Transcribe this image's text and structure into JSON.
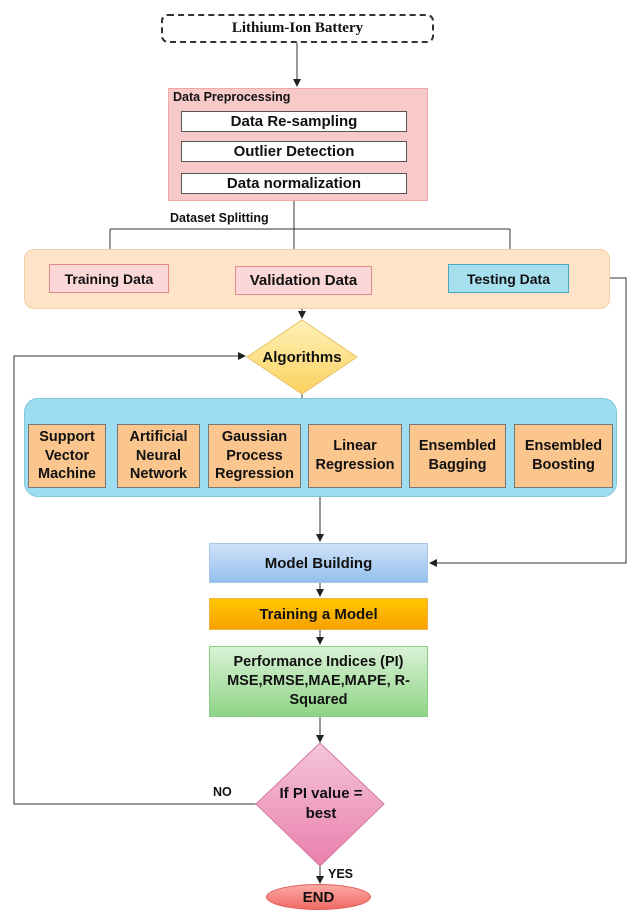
{
  "diagram": {
    "source": "Lithium-Ion Battery",
    "preprocessing": {
      "title": "Data Preprocessing",
      "steps": [
        "Data Re-sampling",
        "Outlier Detection",
        "Data normalization"
      ]
    },
    "splitting": {
      "label": "Dataset Splitting",
      "sets": [
        "Training Data",
        "Validation Data",
        "Testing Data"
      ]
    },
    "algorithms": {
      "label": "Algorithms",
      "items": [
        {
          "line1": "Support",
          "line2": "Vector",
          "line3": "Machine"
        },
        {
          "line1": "Artificial",
          "line2": "Neural",
          "line3": "Network"
        },
        {
          "line1": "Gaussian",
          "line2": "Process",
          "line3": "Regression"
        },
        {
          "line1": "Linear",
          "line2": "Regression",
          "line3": ""
        },
        {
          "line1": "Ensembled",
          "line2": "Bagging",
          "line3": ""
        },
        {
          "line1": "Ensembled",
          "line2": "Boosting",
          "line3": ""
        }
      ]
    },
    "model_building": "Model Building",
    "training": "Training a Model",
    "performance": {
      "line1": "Performance Indices (PI)",
      "line2": "MSE,RMSE,MAE,MAPE, R-",
      "line3": "Squared"
    },
    "decision": {
      "line1": "If PI value =",
      "line2": "best",
      "no_label": "NO",
      "yes_label": "YES"
    },
    "end": "END"
  },
  "colors": {
    "preprocessing_bg": "#f8c9c9",
    "split_group_bg": "#fde4c8",
    "train_valid_bg": "#fbd7d7",
    "testing_bg": "#a6e0ef",
    "algorithms_diamond": "#fde08a",
    "algorithm_group_bg": "#9edcef",
    "algorithm_box_bg": "#fbc58e",
    "model_building_bg": "#b3d2f4",
    "training_bg": "#ffb400",
    "performance_bg": "#b4e4ad",
    "decision_bg": "#ef9ac0",
    "end_bg": "#f6847e"
  }
}
